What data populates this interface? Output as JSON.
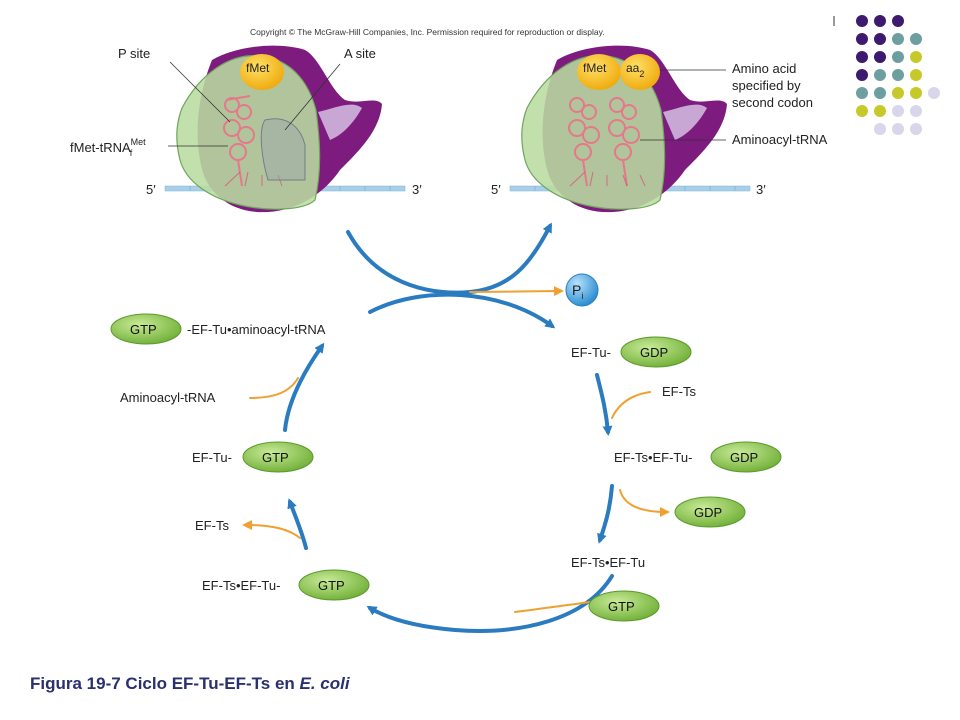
{
  "copyright": "Copyright © The McGraw-Hill Companies, Inc. Permission required for reproduction or display.",
  "ribbon1": {
    "p_site": "P site",
    "a_site": "A site",
    "fmet": "fMet",
    "trna_main": "fMet-tRNA",
    "trna_sup": "Met",
    "trna_sub": "f",
    "five": "5′",
    "three": "3′"
  },
  "ribbon2": {
    "fmet": "fMet",
    "aa_main": "aa",
    "aa_sub": "2",
    "aa_label_1": "Amino acid",
    "aa_label_2": "specified by",
    "aa_label_3": "second codon",
    "aminoacyl": "Aminoacyl-tRNA",
    "five": "5′",
    "three": "3′"
  },
  "cycle": {
    "pi_main": "P",
    "pi_sub": "i",
    "gtp_complex": "-EF-Tu•aminoacyl-tRNA",
    "ef_tu_gdp": "EF-Tu-",
    "ef_ts_in": "EF-Ts",
    "ef_ts_ef_tu_gdp": "EF-Ts•EF-Tu-",
    "ef_ts_ef_tu": "EF-Ts•EF-Tu",
    "ef_ts_ef_tu_gtp": "EF-Ts•EF-Tu-",
    "ef_ts_out": "EF-Ts",
    "ef_tu_gtp": "EF-Tu-",
    "aminoacyl_in": "Aminoacyl-tRNA",
    "gtp": "GTP",
    "gdp": "GDP"
  },
  "caption_main": "Figura 19-7 Ciclo EF-Tu-EF-Ts en ",
  "caption_italic": "E. coli",
  "colors": {
    "arrow_blue": "#2a7bbf",
    "arrow_orange": "#f0a030",
    "pill_green": "#8cc84a",
    "ribosome_purple": "#7d1b7e",
    "ribosome_green": "#b9dca0",
    "fmet_yellow": "#f3b70f",
    "mrna_blue": "#a9cfe8",
    "trna_pink": "#e8748a",
    "pi_blue": "#4aa8e0",
    "caption_navy": "#2a2f6e"
  },
  "dot_grid_colors": [
    "#3d1a6e",
    "#6e9fa0",
    "#c7c92a",
    "#d8d6ea"
  ]
}
